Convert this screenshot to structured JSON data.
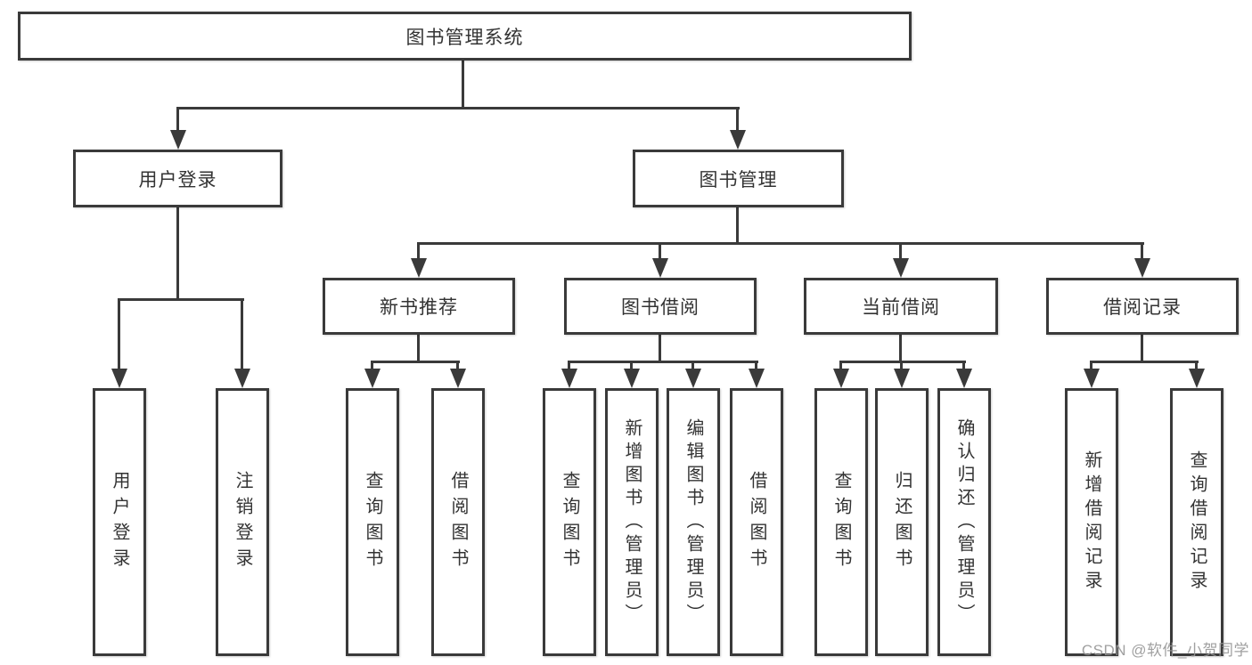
{
  "diagram": {
    "title": "图书管理系统",
    "level2": {
      "user_login": "用户登录",
      "book_management": "图书管理"
    },
    "level3": {
      "new_book_recommend": "新书推荐",
      "book_borrow": "图书借阅",
      "current_borrow": "当前借阅",
      "borrow_records": "借阅记录"
    },
    "leaves": {
      "user_login": [
        "用户登录",
        "注销登录"
      ],
      "new_book_recommend": [
        "查询图书",
        "借阅图书"
      ],
      "book_borrow": [
        "查询图书",
        "新增图书（管理员）",
        "编辑图书（管理员）",
        "借阅图书"
      ],
      "current_borrow": [
        "查询图书",
        "归还图书",
        "确认归还（管理员）"
      ],
      "borrow_records": [
        "新增借阅记录",
        "查询借阅记录"
      ]
    }
  },
  "watermark": "CSDN @软件_小贺同学",
  "colors": {
    "line": "#3a3a3a",
    "text": "#333333",
    "watermark": "#969696",
    "background": "#ffffff"
  }
}
